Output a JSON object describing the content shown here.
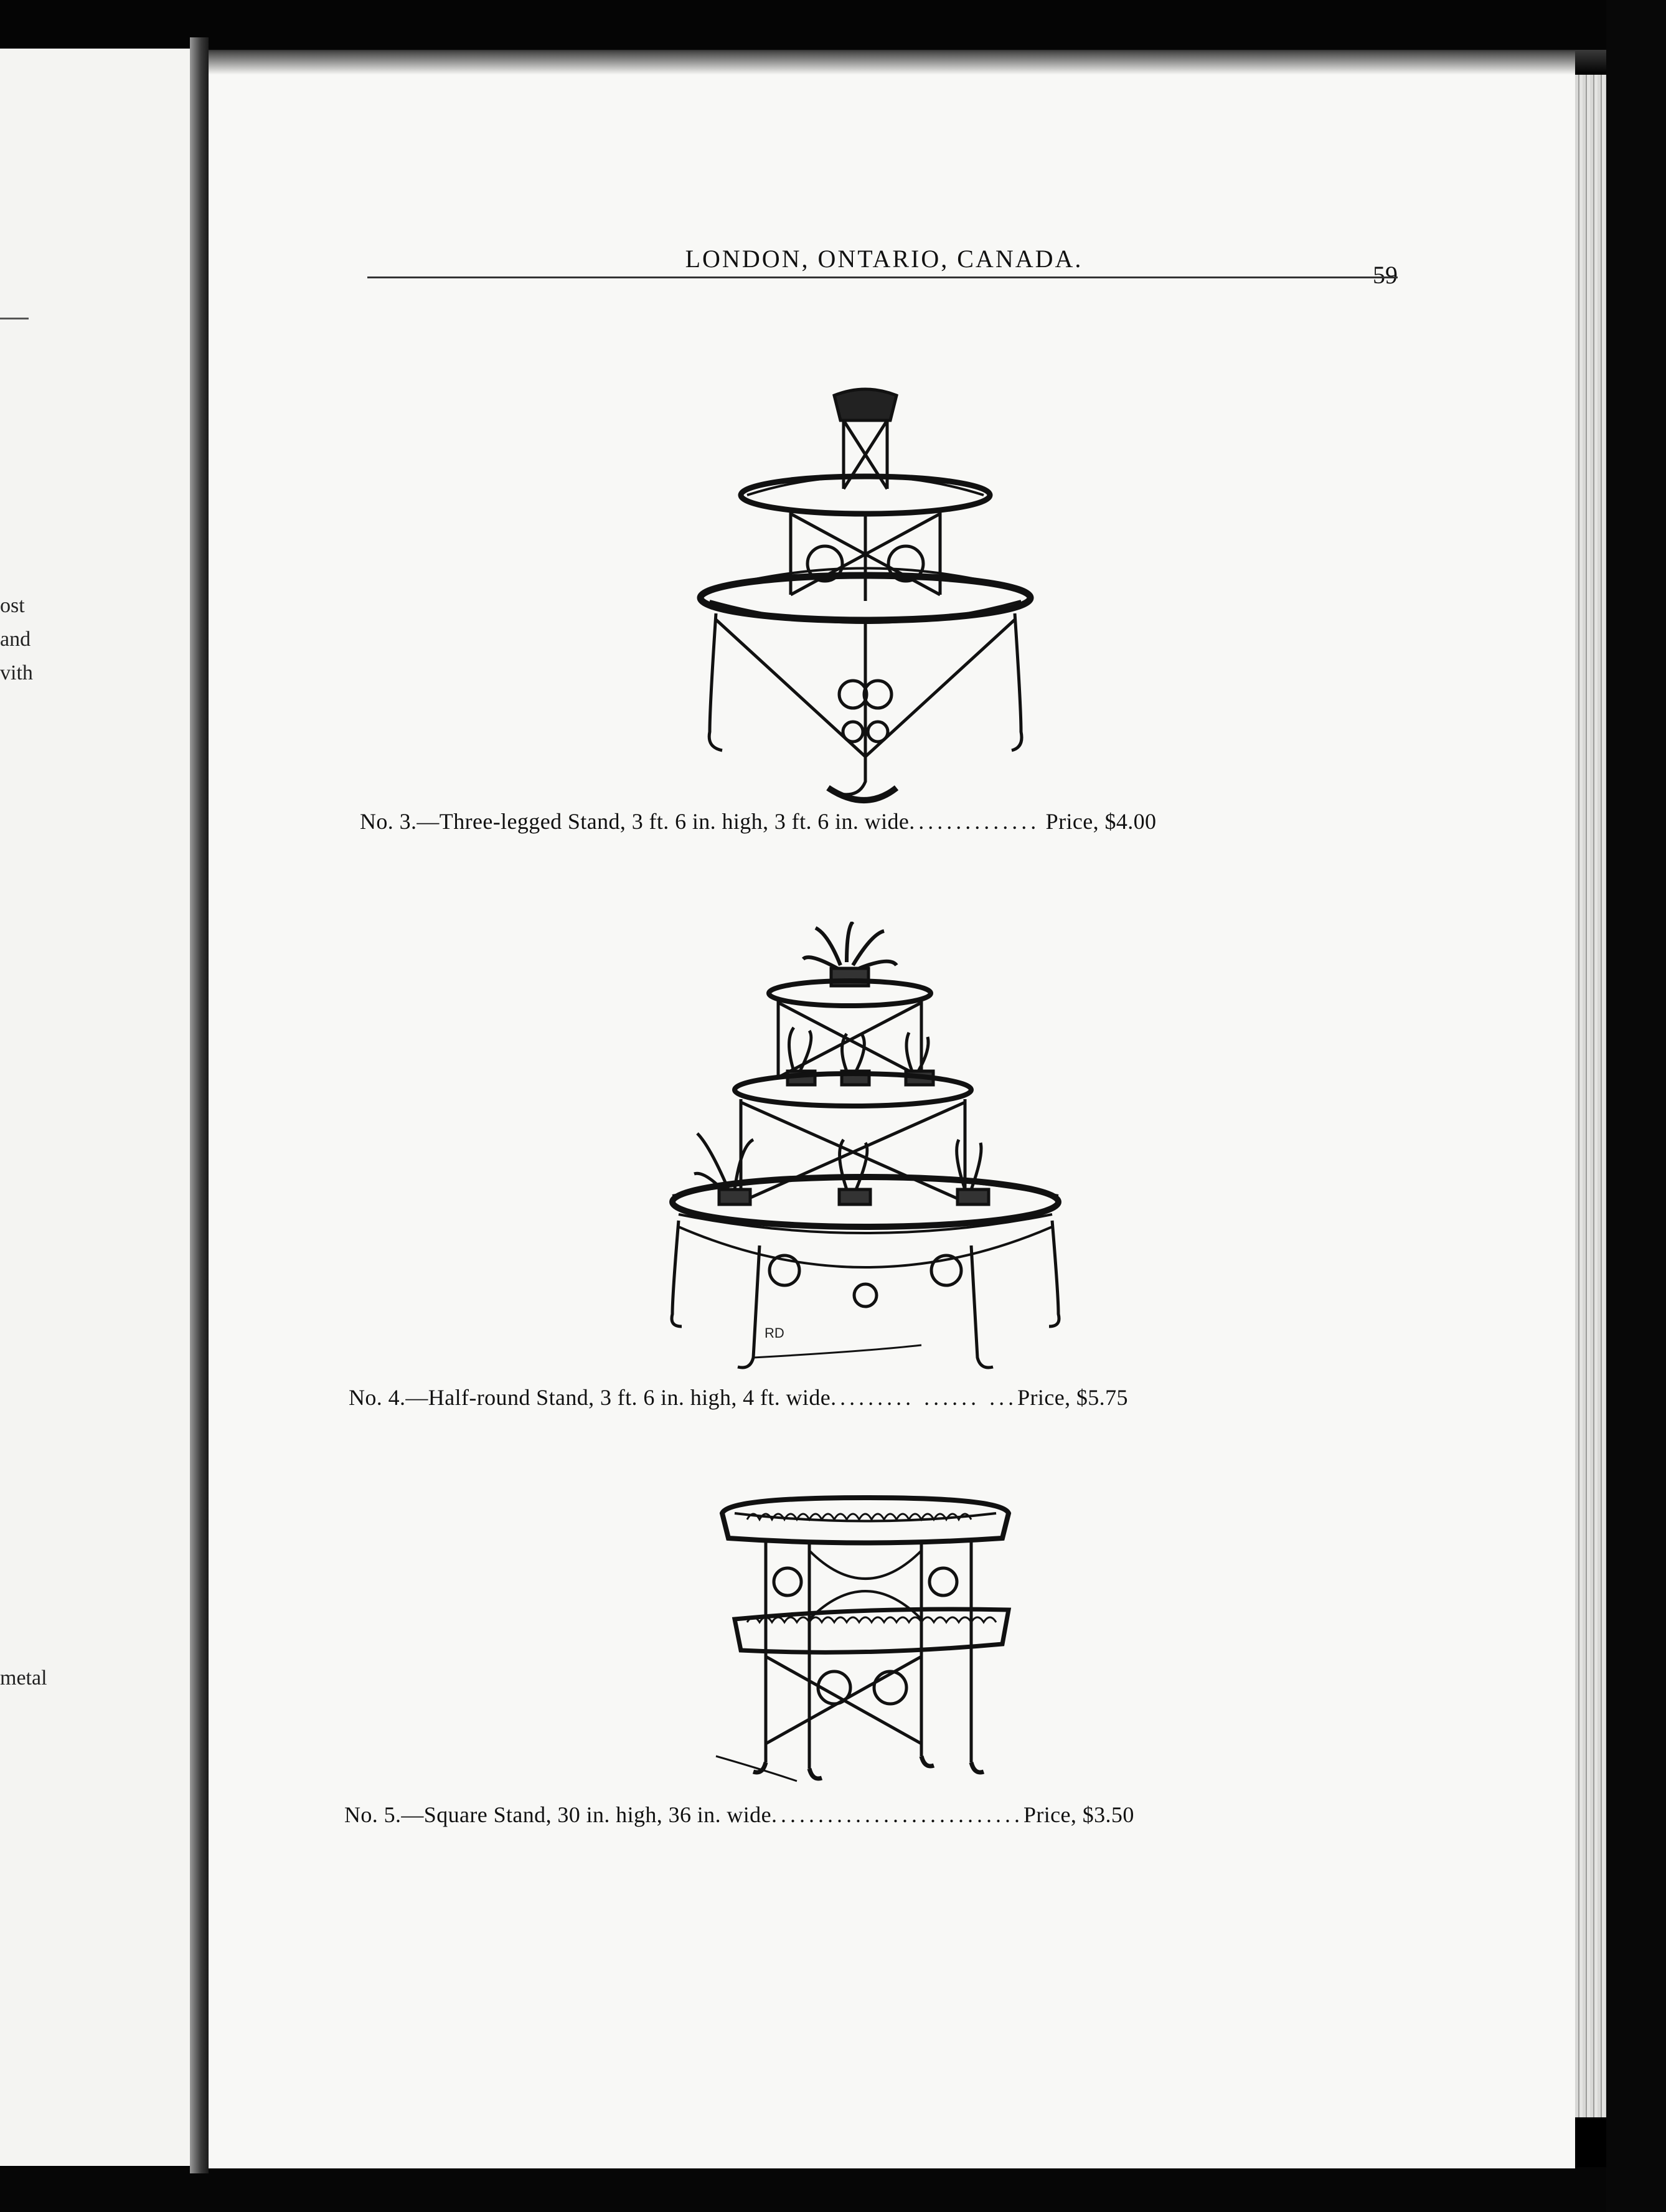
{
  "running_head": "LONDON, ONTARIO, CANADA.",
  "folio": "59",
  "left_page_fragments": [
    "ost",
    "and",
    "vith",
    "metal"
  ],
  "items": [
    {
      "number": "No. 3.",
      "description": "—Three-legged Stand, 3 ft. 6 in. high, 3 ft. 6 in. wide",
      "leader": "..............",
      "price": "Price, $4.00"
    },
    {
      "number": "No. 4",
      "description": ".—Half-round Stand, 3 ft. 6 in. high, 4 ft. wide",
      "leader": ".........  ......  ...",
      "price": "Price, $5.75"
    },
    {
      "number": "No. 5.",
      "description": "—Square Stand, 30 in. high, 36 in. wide",
      "leader": "...........................",
      "price": "Price, $3.50"
    }
  ],
  "illustration_mark": "RD"
}
